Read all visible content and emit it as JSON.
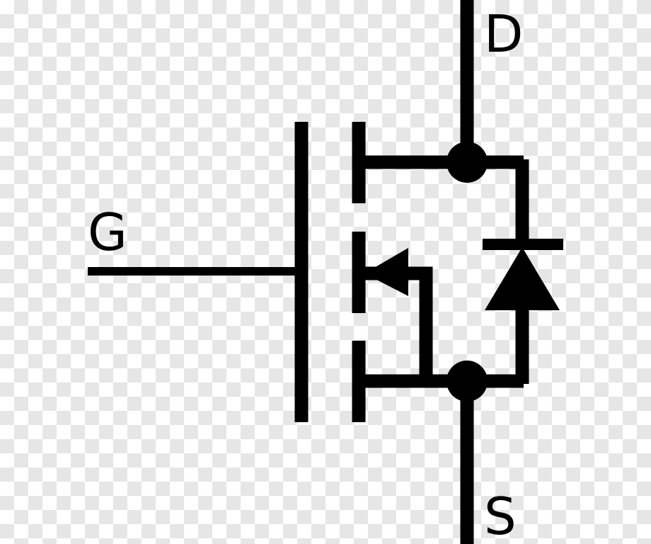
{
  "terminals": {
    "drain": "D",
    "gate": "G",
    "source": "S"
  },
  "colors": {
    "stroke": "#000000",
    "background": "#ffffff",
    "checker": "#e6e6e6"
  }
}
